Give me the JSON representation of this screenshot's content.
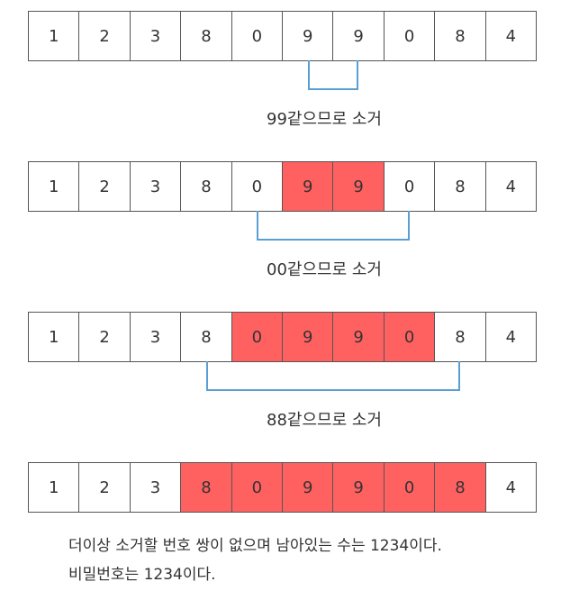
{
  "steps": [
    {
      "cells": [
        "1",
        "2",
        "3",
        "8",
        "0",
        "9",
        "9",
        "0",
        "8",
        "4"
      ],
      "highlighted": [],
      "bracket": [
        5,
        6
      ],
      "caption": "99같으므로 소거"
    },
    {
      "cells": [
        "1",
        "2",
        "3",
        "8",
        "0",
        "9",
        "9",
        "0",
        "8",
        "4"
      ],
      "highlighted": [
        5,
        6
      ],
      "bracket": [
        4,
        7
      ],
      "caption": "00같으므로 소거"
    },
    {
      "cells": [
        "1",
        "2",
        "3",
        "8",
        "0",
        "9",
        "9",
        "0",
        "8",
        "4"
      ],
      "highlighted": [
        4,
        5,
        6,
        7
      ],
      "bracket": [
        3,
        8
      ],
      "caption": "88같으므로 소거"
    },
    {
      "cells": [
        "1",
        "2",
        "3",
        "8",
        "0",
        "9",
        "9",
        "0",
        "8",
        "4"
      ],
      "highlighted": [
        3,
        4,
        5,
        6,
        7,
        8
      ],
      "bracket": null,
      "caption": ""
    }
  ],
  "conclusion": {
    "line1": "더이상 소거할 번호 쌍이 없으며 남아있는 수는 1234이다.",
    "line2": "비밀번호는 1234이다."
  },
  "colors": {
    "highlight": "#ff6161",
    "bracket": "#5a9fd4",
    "border": "#555555",
    "text": "#333333"
  }
}
